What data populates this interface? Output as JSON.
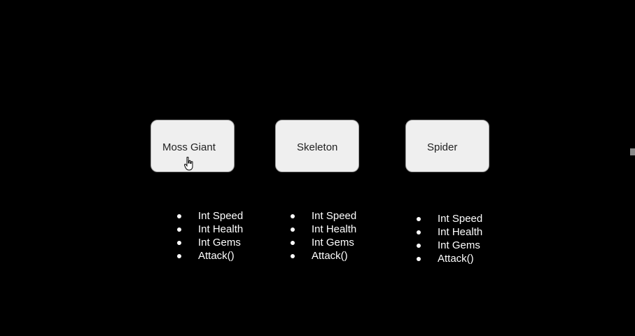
{
  "diagram": {
    "nodes": [
      {
        "label": "Moss Giant",
        "attributes": [
          "Int Speed",
          "Int Health",
          "Int Gems",
          "Attack()"
        ]
      },
      {
        "label": "Skeleton",
        "attributes": [
          "Int Speed",
          "Int Health",
          "Int Gems",
          "Attack()"
        ]
      },
      {
        "label": "Spider",
        "attributes": [
          "Int Speed",
          "Int Health",
          "Int Gems",
          "Attack()"
        ]
      }
    ]
  },
  "icons": {
    "cursor": "hand-pointer-icon",
    "bullet": "bullet-dot-icon"
  },
  "colors": {
    "background": "#000000",
    "box_fill": "#efefef",
    "box_border": "#9e9e9e",
    "text_light": "#ffffff",
    "text_dark": "#222222"
  }
}
